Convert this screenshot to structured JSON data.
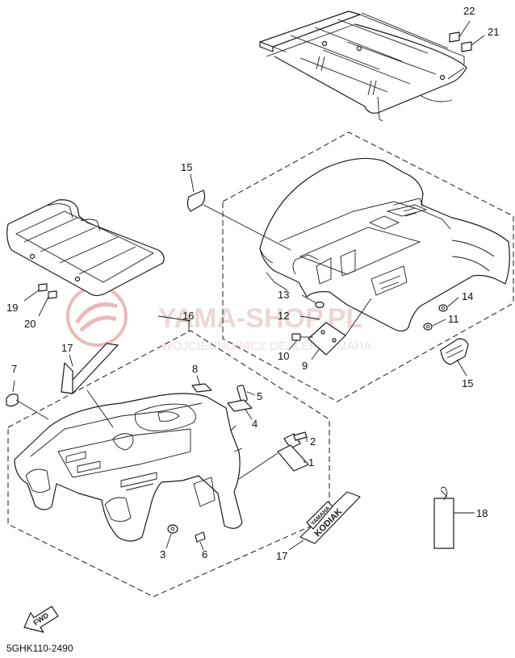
{
  "callouts": {
    "c1": "1",
    "c2": "2",
    "c3": "3",
    "c4": "4",
    "c5": "5",
    "c6": "6",
    "c7": "7",
    "c8": "8",
    "c9": "9",
    "c10": "10",
    "c11": "11",
    "c12": "12",
    "c13": "13",
    "c14": "14",
    "c15a": "15",
    "c15b": "15",
    "c16": "16",
    "c17a": "17",
    "c17b": "17",
    "c18": "18",
    "c19": "19",
    "c20": "20",
    "c21": "21",
    "c22": "22"
  },
  "diagram_code": "5GHK110-2490",
  "fwd_label": "FWD",
  "part_lettering": {
    "decal_text": "KODIAK",
    "yamaha_text": "YAMAHA"
  },
  "watermark": {
    "title": "YAMA-SHOP.PL",
    "subtitle": "WOJCIECHOWICZ DEALER YAMAHA"
  },
  "colors": {
    "line": "#1a1a1a",
    "watermark": "#e3a3a3"
  }
}
